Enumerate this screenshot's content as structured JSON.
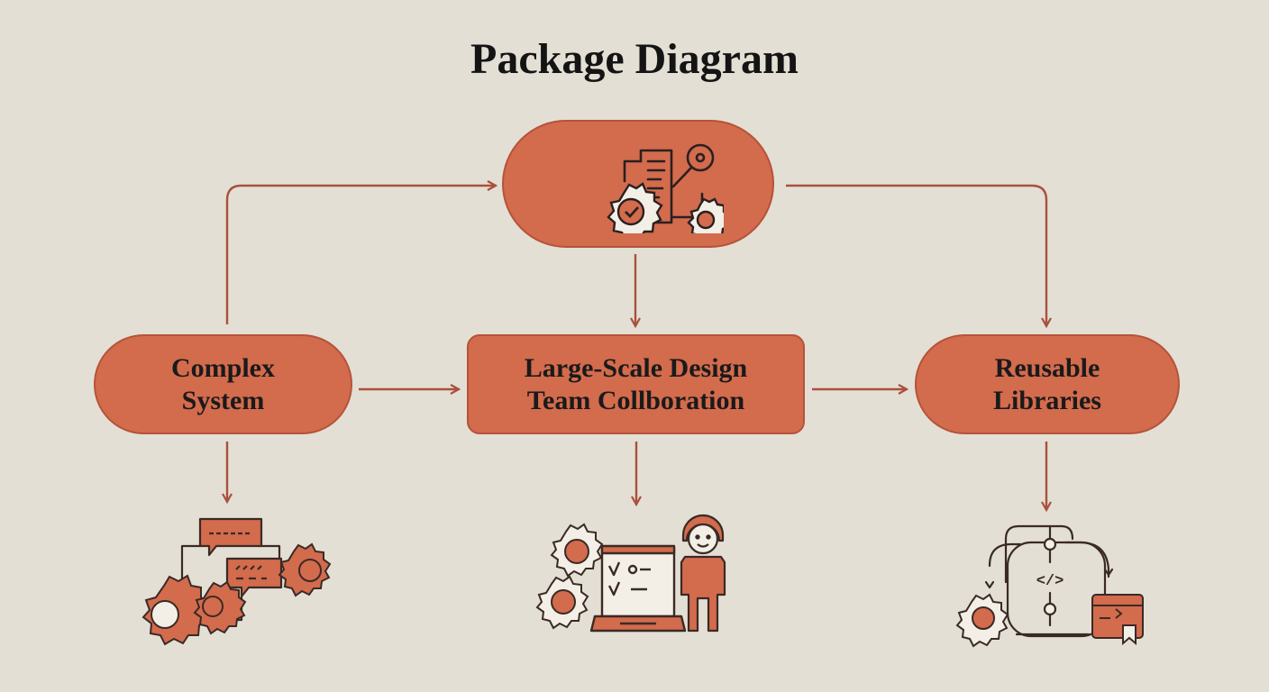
{
  "title": "Package Diagram",
  "nodes": {
    "top": {
      "icon": "document-gears-icon"
    },
    "complex": {
      "line1": "Complex",
      "line2": "System",
      "icon": "gears-chat-icon"
    },
    "large": {
      "line1": "Large-Scale Design",
      "line2": "Team Collboration",
      "icon": "team-laptop-icon"
    },
    "reusable": {
      "line1": "Reusable",
      "line2": "Libraries",
      "icon": "code-library-icon"
    }
  },
  "colors": {
    "background": "#e3dfd4",
    "node_fill": "#d36b4d",
    "arrow": "#a9503c",
    "text": "#1a1a1a"
  }
}
